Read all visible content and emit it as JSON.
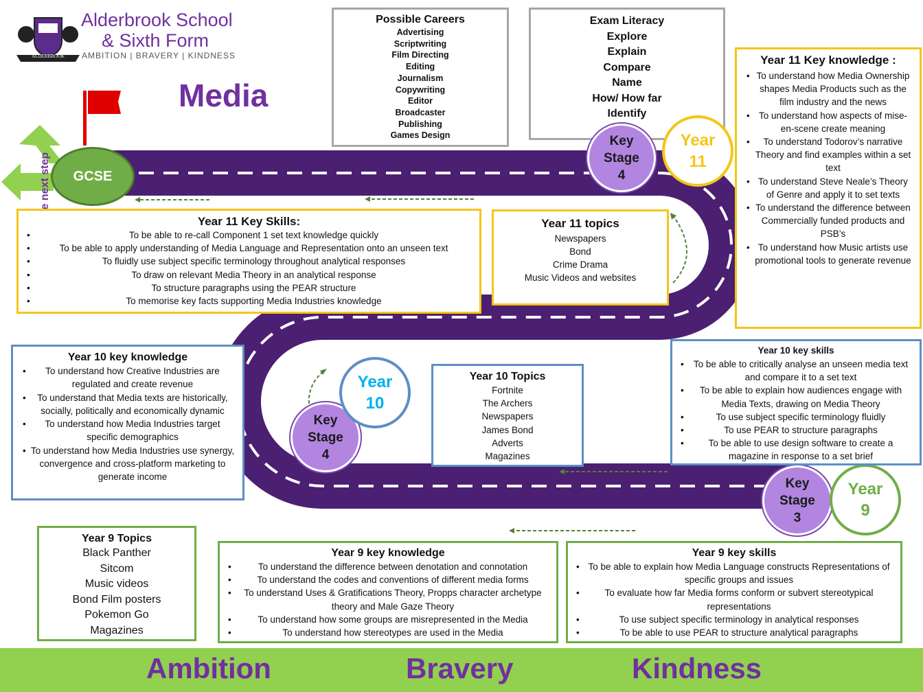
{
  "logo": {
    "school_name_line1": "Alderbrook School",
    "school_name_line2": "& Sixth Form",
    "motto": "AMBITION | BRAVERY | KINDNESS",
    "crest_text": "ALDERBROOK"
  },
  "subject": "Media",
  "next_step_label": "The next step",
  "gcse_label": "GCSE",
  "careers": {
    "title": "Possible Careers",
    "items": [
      "Advertising",
      "Scriptwriting",
      "Film Directing",
      "Editing",
      "Journalism",
      "Copywriting",
      "Editor",
      "Broadcaster",
      "Publishing",
      "Games Design"
    ]
  },
  "exam_literacy": {
    "title": "Exam Literacy",
    "items": [
      "Explore",
      "Explain",
      "Compare",
      "Name",
      "How/ How far",
      "Identify"
    ]
  },
  "milestones": {
    "ks4_top": {
      "line1": "Key",
      "line2": "Stage",
      "line3": "4"
    },
    "year11": {
      "line1": "Year",
      "line2": "11"
    },
    "ks4_mid": {
      "line1": "Key",
      "line2": "Stage",
      "line3": "4"
    },
    "year10": {
      "line1": "Year",
      "line2": "10"
    },
    "ks3": {
      "line1": "Key",
      "line2": "Stage",
      "line3": "3"
    },
    "year9": {
      "line1": "Year",
      "line2": "9"
    }
  },
  "y11_knowledge": {
    "title": "Year 11 Key knowledge :",
    "items": [
      "To understand how Media Ownership shapes Media Products  such as the film industry and the news",
      "To understand how aspects of mise-en-scene create meaning",
      "To understand Todorov’s narrative Theory and find examples within a set text",
      "To understand Steve Neale’s Theory of Genre and apply it to set texts",
      "To understand the difference between Commercially funded products and PSB’s",
      "To understand how Music artists use promotional  tools to generate revenue"
    ]
  },
  "y11_skills": {
    "title": "Year 11 Key Skills:",
    "items": [
      "To be able to re-call Component  1 set text knowledge quickly",
      "To be able to apply understanding of Media Language and Representation onto an unseen text",
      "To fluidly use subject specific terminology throughout  analytical responses",
      "To draw on relevant Media Theory in an analytical response",
      "To structure paragraphs using the PEAR structure",
      "To memorise key facts supporting Media Industries knowledge"
    ]
  },
  "y11_topics": {
    "title": "Year 11 topics",
    "items": [
      "Newspapers",
      "Bond",
      "Crime Drama",
      "Music Videos and websites"
    ]
  },
  "y10_knowledge": {
    "title": "Year 10 key knowledge",
    "items": [
      "To understand how Creative Industries are regulated and create revenue",
      "To understand that Media texts are historically, socially, politically and economically dynamic",
      "To understand how Media Industries target specific demographics",
      "To understand how Media Industries use synergy, convergence and cross-platform marketing to generate income"
    ]
  },
  "y10_topics": {
    "title": "Year 10 Topics",
    "items": [
      "Fortnite",
      "The Archers",
      "Newspapers",
      "James Bond",
      "Adverts",
      "Magazines"
    ]
  },
  "y10_skills": {
    "title": "Year 10 key skills",
    "items": [
      "To be able to critically analyse an unseen media text and compare it to a set text",
      "To be able to explain how audiences engage with Media Texts, drawing on Media Theory",
      "To use subject specific terminology fluidly",
      "To use PEAR to structure paragraphs",
      "To be able to use design software to create a magazine in response to a set brief"
    ]
  },
  "y9_topics": {
    "title": "Year 9 Topics",
    "items": [
      "Black Panther",
      "Sitcom",
      "Music videos",
      "Bond Film posters",
      "Pokemon Go",
      "Magazines"
    ]
  },
  "y9_knowledge": {
    "title": "Year 9 key knowledge",
    "items": [
      "To understand the difference between denotation and connotation",
      "To understand the codes and conventions of different media forms",
      "To understand Uses & Gratifications Theory, Propps character archetype theory and Male Gaze Theory",
      "To understand how some groups are misrepresented in the Media",
      "To understand how stereotypes are used in the Media"
    ]
  },
  "y9_skills": {
    "title": "Year 9 key skills",
    "items": [
      "To be able to explain how Media Language constructs Representations of specific groups and issues",
      "To evaluate how far Media forms conform  or subvert stereotypical representations",
      "To use subject specific terminology in analytical responses",
      "To be able to use PEAR to structure analytical paragraphs"
    ]
  },
  "footer": {
    "word1": "Ambition",
    "word2": "Bravery",
    "word3": "Kindness"
  },
  "colors": {
    "road": "#4b1f72",
    "accent_purple": "#7030a0",
    "footer_green": "#92d050",
    "yellow": "#f5c518",
    "blue": "#5b8fc7",
    "green": "#70ad47"
  }
}
